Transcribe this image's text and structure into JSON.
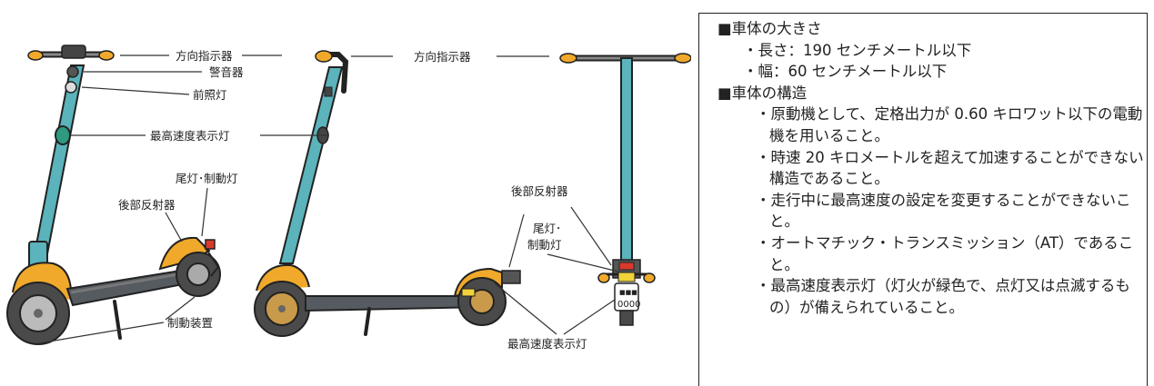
{
  "labels": {
    "left_turn_signal": "方向指示器",
    "horn": "警音器",
    "headlight": "前照灯",
    "left_speed_lamp": "最高速度表示灯",
    "tail_brake_lamp": "尾灯･制動灯",
    "left_reflector": "後部反射器",
    "brake": "制動装置",
    "mid_turn_signal": "方向指示器",
    "mid_reflector": "後部反射器",
    "mid_tail_1": "尾灯･",
    "mid_tail_2": "制動灯",
    "mid_speed_lamp": "最高速度表示灯"
  },
  "plate_text": "0000",
  "spec": {
    "size_heading": "■車体の大きさ",
    "size_items": [
      "・長さ：190 センチメートル以下",
      "・幅：60 センチメートル以下"
    ],
    "structure_heading": "■車体の構造",
    "structure_items": [
      "・原動機として、定格出力が 0.60 キロワット以下の電動機を用いること。",
      "・時速 20 キロメートルを超えて加速することができない構造であること。",
      "・走行中に最高速度の設定を変更することができないこと。",
      "・オートマチック・トランスミッション（AT）であること。",
      "・最高速度表示灯（灯火が緑色で、点灯又は点滅するもの）が備えられていること。"
    ]
  },
  "colors": {
    "stem": "#5bb3bb",
    "fender": "#f0a92a",
    "deck": "#555b60",
    "tire": "#4a4a4a",
    "speed_lamp": "#2f9a7f",
    "brake_lamp": "#d93a2b",
    "outline": "#222222"
  }
}
